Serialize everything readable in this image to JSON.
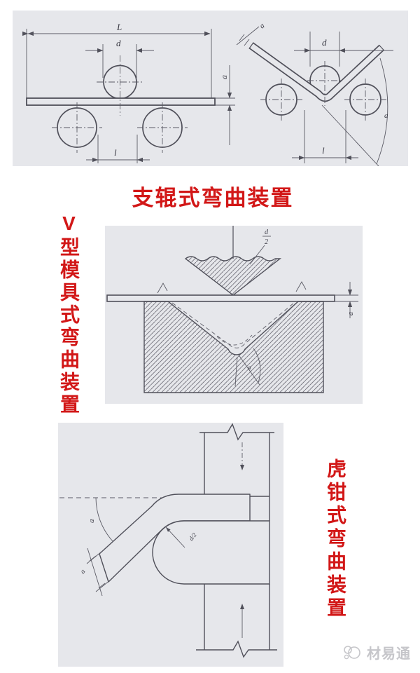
{
  "page": {
    "background": "#ffffff"
  },
  "scan": {
    "background": "#e6e7eb",
    "line_color": "#50505a",
    "accent_red": "#d21717",
    "watermark_color": "#c6c6ca"
  },
  "captions": {
    "roller_caption": "支辊式弯曲装置",
    "vdie_caption_vertical": "V型模具式弯曲装置",
    "vise_caption_vertical": "虎钳式弯曲装置"
  },
  "watermark": {
    "text": "材易通",
    "icon": "overlapping-circles-logo"
  },
  "diagrams": {
    "roller_side_view": {
      "labels": {
        "total_length": "L",
        "former_diameter": "d",
        "specimen_thickness": "a",
        "support_span": "l"
      }
    },
    "roller_bent_view": {
      "labels": {
        "specimen_thickness": "a",
        "former_diameter": "d",
        "support_span": "l",
        "bend_angle": "a"
      }
    },
    "v_die": {
      "labels": {
        "punch_radius_numerator": "d",
        "punch_radius_denominator": "2",
        "specimen_thickness": "a",
        "bend_angle": "a"
      }
    },
    "vise": {
      "labels": {
        "former_radius": "d/2",
        "bend_angle": "a",
        "specimen_thickness": "a"
      }
    }
  }
}
